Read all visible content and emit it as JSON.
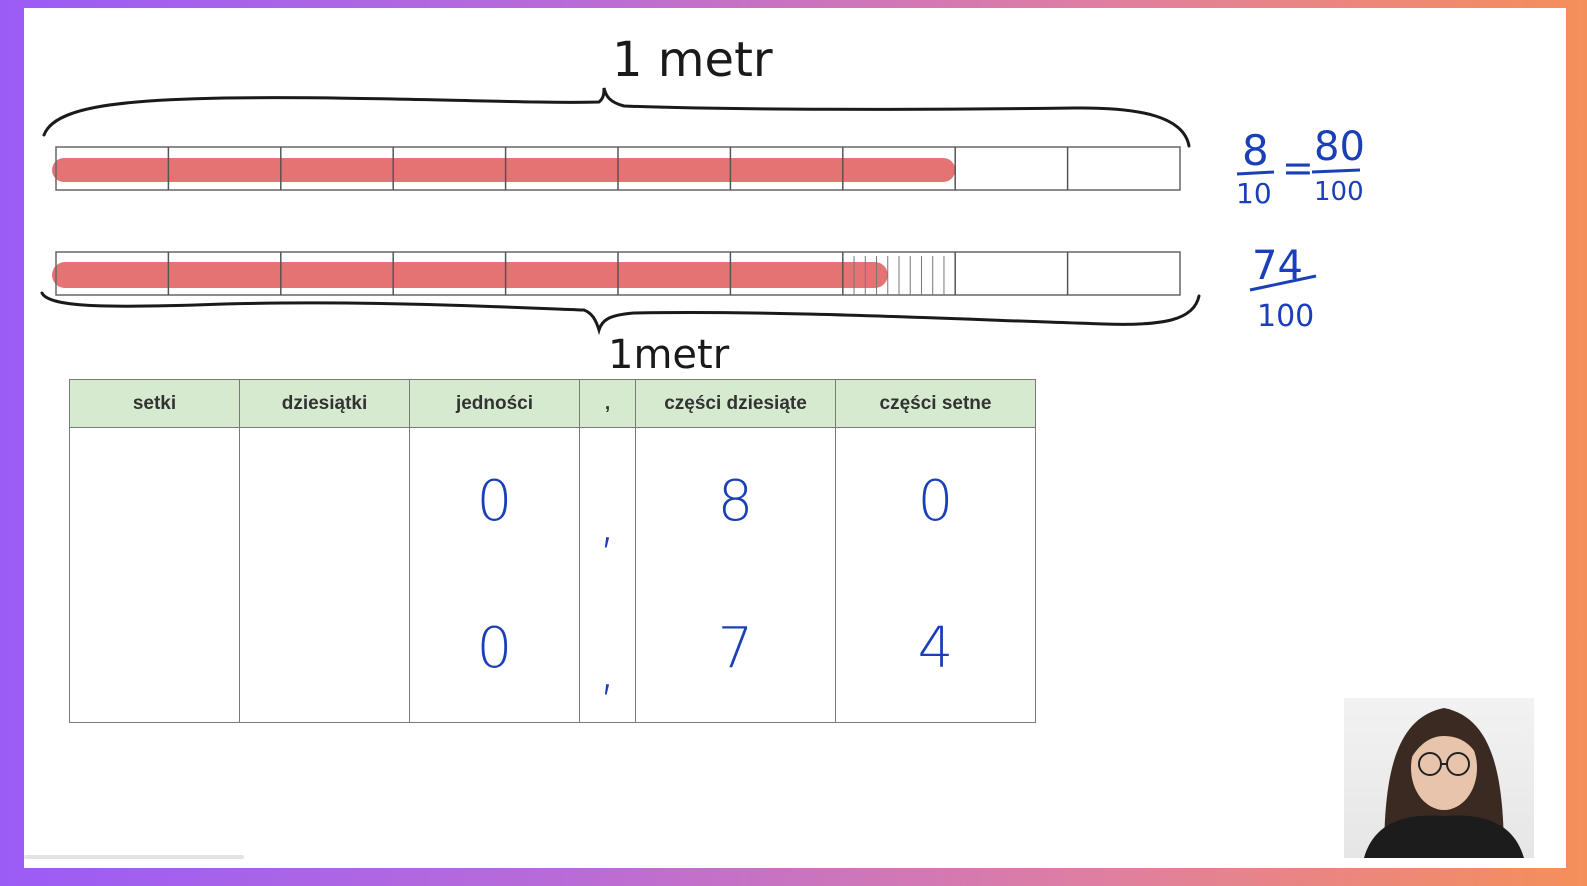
{
  "annotations": {
    "top_label": "1 metr",
    "bottom_label": "1metr",
    "fraction_top": {
      "num_left": "8",
      "den_left": "10",
      "equals": "=",
      "num_right": "80",
      "den_right": "100"
    },
    "fraction_bottom": {
      "num": "74",
      "den": "100"
    }
  },
  "bars": [
    {
      "segments": 10,
      "filled_fraction": 0.8
    },
    {
      "segments": 10,
      "filled_fraction": 0.74
    }
  ],
  "table": {
    "headers": [
      "setki",
      "dziesiątki",
      "jedności",
      ",",
      "części dziesiąte",
      "części setne"
    ],
    "rows": [
      [
        "",
        "",
        "0",
        ",",
        "8",
        "0"
      ],
      [
        "",
        "",
        "0",
        ",",
        "7",
        "4"
      ]
    ]
  },
  "colors": {
    "fill": "#e57373",
    "ink_black": "#1a1a1a",
    "ink_blue": "#1a3fb8",
    "header_bg": "#d6ead0"
  }
}
